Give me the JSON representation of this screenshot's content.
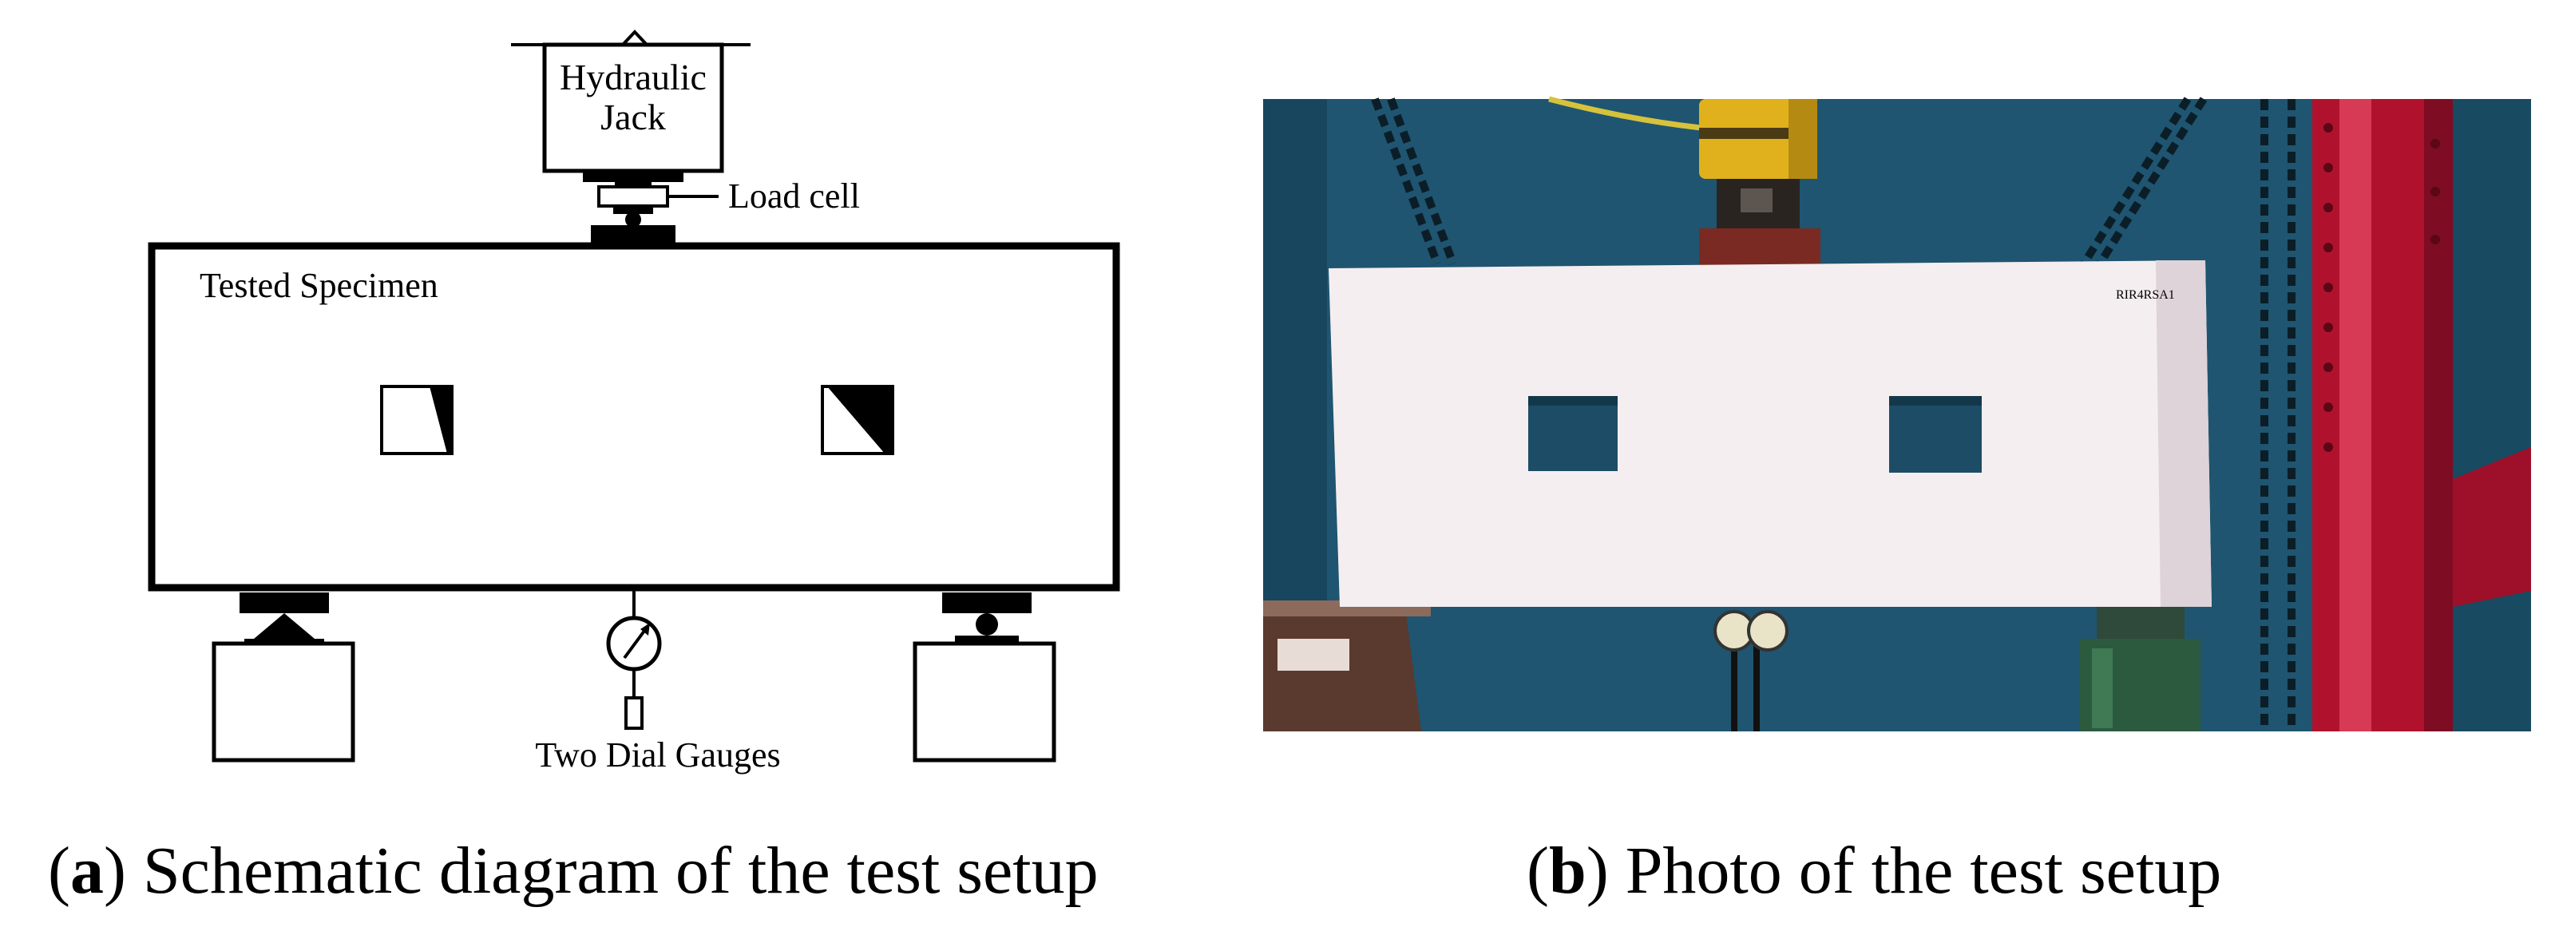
{
  "panel_a": {
    "labels": {
      "jack_line1": "Hydraulic",
      "jack_line2": "Jack",
      "load_cell": "Load cell",
      "specimen": "Tested Specimen",
      "gauges": "Two Dial Gauges"
    },
    "caption": {
      "letter": "a",
      "text": " Schematic diagram of the test setup"
    }
  },
  "panel_b": {
    "photo_labels": {
      "specimen_mark": "RIR4RSA1"
    },
    "caption": {
      "letter": "b",
      "text": " Photo of the test setup"
    }
  },
  "colors": {
    "ink": "#000000",
    "photo_background": "#1f5570",
    "beam": "#f4eef0",
    "red_frame": "#b0122e",
    "jack_yellow": "#e0b11c"
  }
}
